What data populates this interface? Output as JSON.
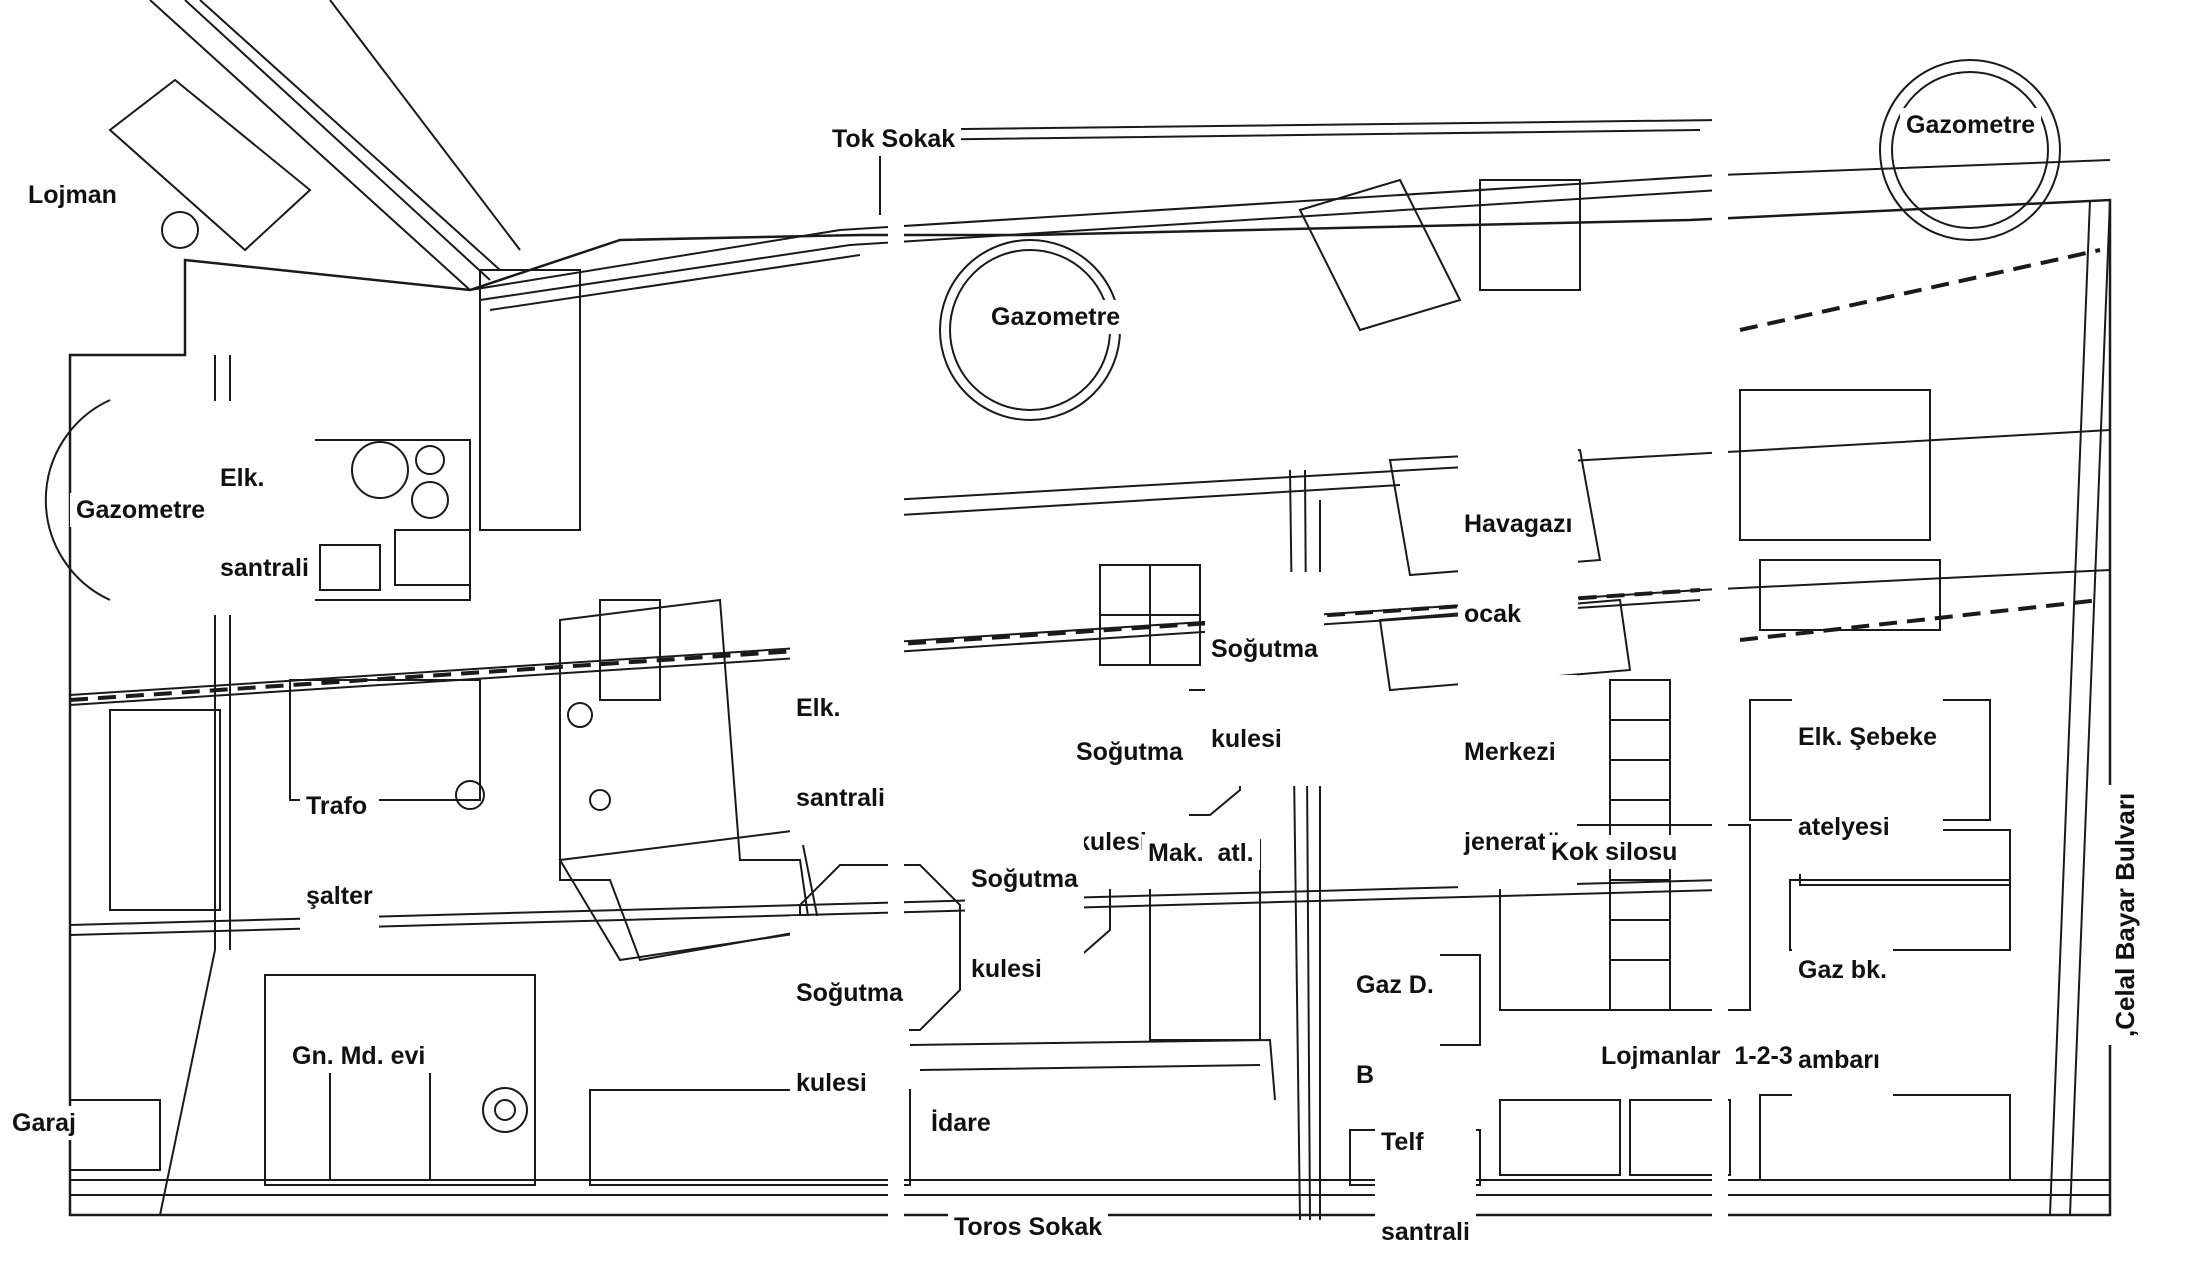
{
  "map": {
    "labels": {
      "lojman": "Lojman",
      "tok_sokak": "Tok Sokak",
      "gazometre_top_right": "Gazometre",
      "gazometre_center": "Gazometre",
      "gazometre_left": "Gazometre",
      "elk_santrali_left": [
        "Elk.",
        "santrali"
      ],
      "havagazi_ocak": [
        "Havagazı",
        "ocak"
      ],
      "sogutma_kulesi_1": [
        "Soğutma",
        "kulesi"
      ],
      "elk_santrali_mid": [
        "Elk.",
        "santrali"
      ],
      "sogutma_kulesi_2": [
        "Soğutma",
        "kulesi"
      ],
      "merkezi_jenerator": [
        "Merkezi",
        "jeneratör"
      ],
      "elk_sebeke_atelyesi": [
        "Elk. Şebeke",
        "atelyesi"
      ],
      "trafo_salter": [
        "Trafo",
        "şalter"
      ],
      "sogutma_kulesi_3": [
        "Soğutma",
        "kulesi"
      ],
      "mak_atl": "Mak.  atl.",
      "kok_silosu": "Kok silosu",
      "sogutma_kulesi_4": [
        "Soğutma",
        "kulesi"
      ],
      "gaz_d_bsk": [
        "Gaz D.",
        "Bşk"
      ],
      "gaz_bk_ambari": [
        "Gaz bk.",
        "ambarı"
      ],
      "gn_md_evi": "Gn. Md. evi",
      "lojmanlar": "Lojmanlar  1-2-3",
      "telf_santrali": [
        "Telf",
        "santrali"
      ],
      "garaj": "Garaj",
      "idare": "İdare",
      "toros_sokak": "Toros Sokak",
      "celal_bayar_bulvari": ",Celal Bayar Bulvarı"
    },
    "colors": {
      "ink": "#1a1a1a",
      "paper": "#ffffff",
      "label_text": "#111111"
    }
  }
}
